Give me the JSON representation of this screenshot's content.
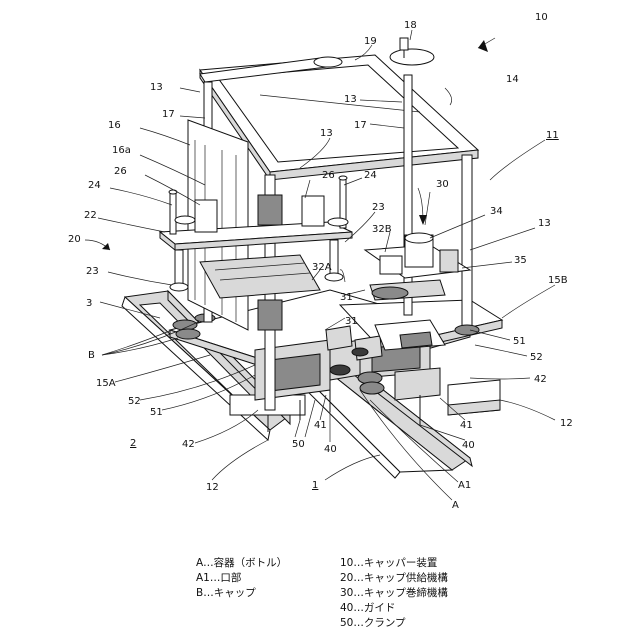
{
  "labels": {
    "l10": "10",
    "l18": "18",
    "l19": "19",
    "l13a": "13",
    "l14": "14",
    "l17a": "17",
    "l13b": "13",
    "l16": "16",
    "l13c": "13",
    "l17b": "17",
    "l11": "11",
    "l16a": "16a",
    "l26a": "26",
    "l26b": "26",
    "l24a": "24",
    "l24b": "24",
    "l30": "30",
    "l22": "22",
    "l23a": "23",
    "l34": "34",
    "l32B": "32B",
    "l13d": "13",
    "l20": "20",
    "l32A": "32A",
    "l35": "35",
    "l23b": "23",
    "l15B": "15B",
    "l31a": "31",
    "l3": "3",
    "l31b": "31",
    "l51a": "51",
    "lB": "B",
    "l52a": "52",
    "l15A": "15A",
    "l42a": "42",
    "l52b": "52",
    "l51b": "51",
    "l41a": "41",
    "l41b": "41",
    "l12a": "12",
    "l2": "2",
    "l42b": "42",
    "l50": "50",
    "l40a": "40",
    "l40b": "40",
    "l1": "1",
    "lA1": "A1",
    "lA": "A",
    "l12b": "12"
  },
  "legend": {
    "left": [
      "A…容器（ボトル）",
      "A1…口部",
      "B…キャップ"
    ],
    "right": [
      "10…キャッパー装置",
      "20…キャップ供給機構",
      "30…キャップ巻締機構",
      "40…ガイド",
      "50…クランプ"
    ]
  }
}
